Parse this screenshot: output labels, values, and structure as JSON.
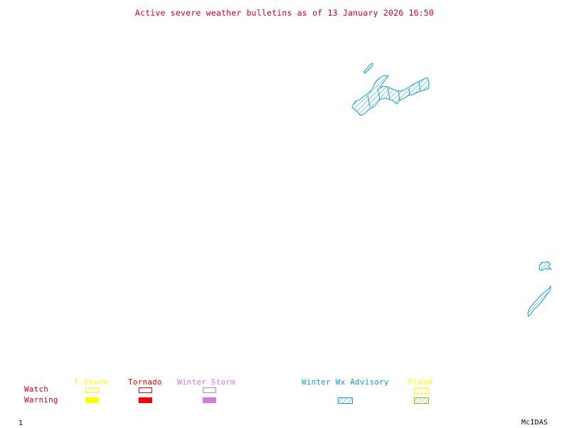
{
  "title": "Active severe weather bulletins as of 13 January 2026 16:50",
  "legend": {
    "row_labels": {
      "watch": "Watch",
      "warning": "Warning"
    },
    "row_label_color": "#e0001b",
    "categories": [
      {
        "name": "T-Storm",
        "color": "#ffff00",
        "watch_style": "outline",
        "warning_style": "fill"
      },
      {
        "name": "Tornado",
        "color": "#ff0000",
        "watch_style": "outline",
        "warning_style": "fill"
      },
      {
        "name": "Winter Storm",
        "color": "#dd77dd",
        "watch_style": "outline",
        "warning_style": "fill"
      },
      {
        "name": "Winter Wx Advisory",
        "color": "#1199e6",
        "watch_style": "none",
        "warning_style": "hatch"
      },
      {
        "name": "Flood",
        "color": "#ffff00",
        "warning_color": "#77cc11",
        "watch_style": "hatch",
        "warning_style": "hatch"
      }
    ]
  },
  "map": {
    "regions": [
      {
        "name": "upper-michigan-advisory",
        "type": "Winter Wx Advisory"
      },
      {
        "name": "nova-scotia-cape-breton-advisory",
        "type": "Winter Wx Advisory"
      },
      {
        "name": "nova-scotia-mainland-advisory",
        "type": "Winter Wx Advisory"
      }
    ]
  },
  "footer": {
    "frame_number": "1",
    "brand": "McIDAS"
  }
}
